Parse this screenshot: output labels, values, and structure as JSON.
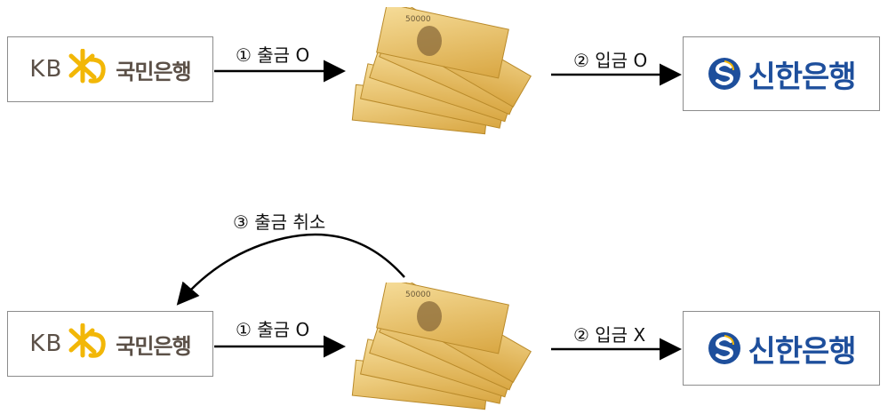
{
  "rows": [
    {
      "source": {
        "letters": "KB",
        "name": "국민은행",
        "icon": "kb-star-logo"
      },
      "target": {
        "name": "신한은행",
        "icon": "shinhan-s-logo"
      },
      "step1_label": "① 출금  O",
      "step2_label": "② 입금  O"
    },
    {
      "source": {
        "letters": "KB",
        "name": "국민은행",
        "icon": "kb-star-logo"
      },
      "target": {
        "name": "신한은행",
        "icon": "shinhan-s-logo"
      },
      "step1_label": "① 출금  O",
      "step2_label": "② 입금  X",
      "step3_label": "③ 출금 취소"
    }
  ],
  "money": {
    "icon": "banknotes-fan-icon",
    "note_text": "50000"
  },
  "colors": {
    "kb_yellow": "#f2b707",
    "kb_gray": "#5b5047",
    "shinhan_blue": "#1e4f9c",
    "note_gold": "#e9c46a",
    "arrow": "#000000"
  }
}
